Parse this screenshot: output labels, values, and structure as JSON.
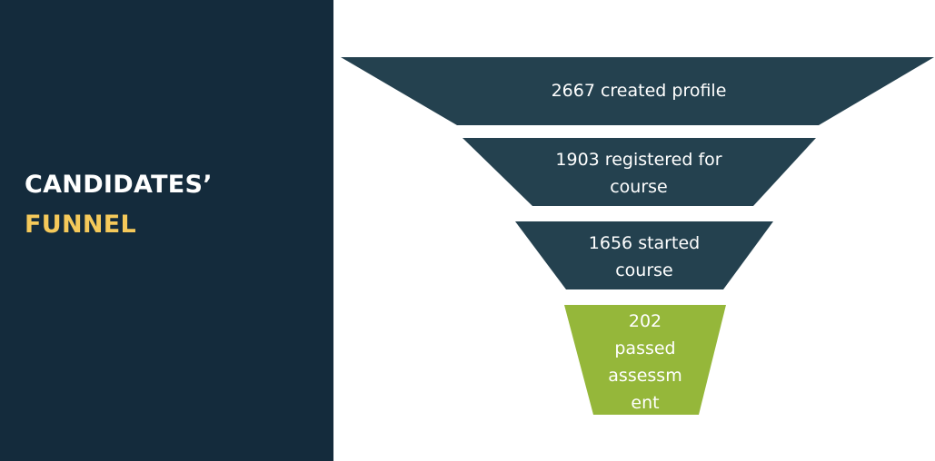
{
  "title": {
    "line1": "CANDIDATES’",
    "line2": "FUNNEL"
  },
  "colors": {
    "panel": "#142b3c",
    "title_text": "#ffffff",
    "title_accent": "#f5c95a",
    "stage_dark": "#24414f",
    "stage_final": "#95b73a"
  },
  "funnel": {
    "stages": [
      {
        "value": 2667,
        "label": "2667 created profile"
      },
      {
        "value": 1903,
        "label": "1903 registered for\ncourse"
      },
      {
        "value": 1656,
        "label": "1656 started\ncourse"
      },
      {
        "value": 202,
        "label": "202\npassed\nassessm\nent"
      }
    ]
  }
}
